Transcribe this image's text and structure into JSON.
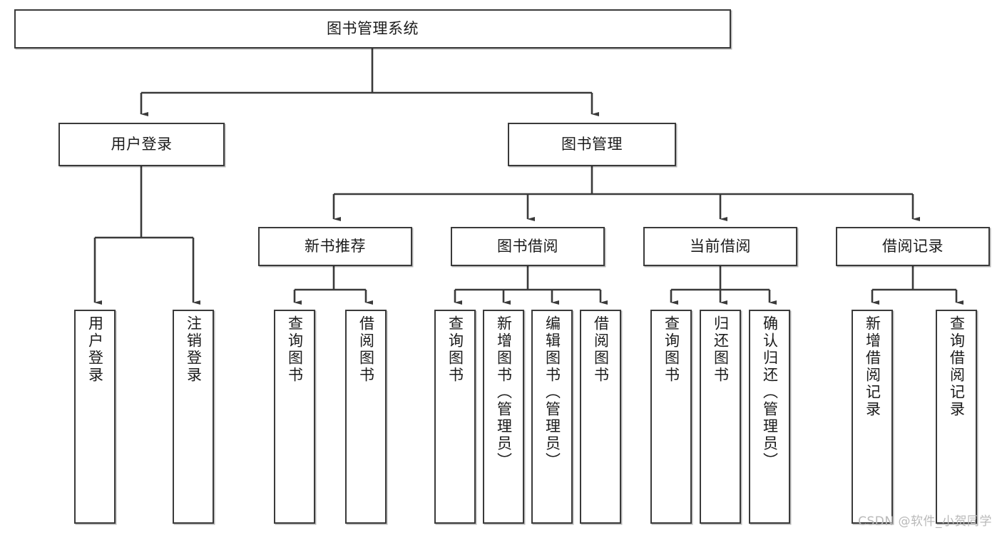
{
  "diagram": {
    "title": "图书管理系统",
    "type": "功能结构图",
    "watermark": "CSDN @软件_小贺同学",
    "style": {
      "box_border_color": "#3a3a3a",
      "box_fill_color": "#ffffff",
      "connector_color": "#3a3a3a",
      "text_color": "#1b1b1b",
      "watermark_color": "#b9b9b9",
      "background": "#ffffff"
    },
    "root": {
      "label": "图书管理系统"
    },
    "level2": [
      {
        "label": "用户登录"
      },
      {
        "label": "图书管理"
      }
    ],
    "level3": [
      {
        "label": "新书推荐"
      },
      {
        "label": "图书借阅"
      },
      {
        "label": "当前借阅"
      },
      {
        "label": "借阅记录"
      }
    ],
    "leaves": {
      "user_login": [
        {
          "label": "用户登录"
        },
        {
          "label": "注销登录"
        }
      ],
      "new_book_recommend": [
        {
          "label": "查询图书"
        },
        {
          "label": "借阅图书"
        }
      ],
      "book_borrow": [
        {
          "label": "查询图书"
        },
        {
          "label": "新增图书（管理员）"
        },
        {
          "label": "编辑图书（管理员）"
        },
        {
          "label": "借阅图书"
        }
      ],
      "current_borrow": [
        {
          "label": "查询图书"
        },
        {
          "label": "归还图书"
        },
        {
          "label": "确认归还（管理员）"
        }
      ],
      "borrow_record": [
        {
          "label": "新增借阅记录"
        },
        {
          "label": "查询借阅记录"
        }
      ]
    }
  }
}
